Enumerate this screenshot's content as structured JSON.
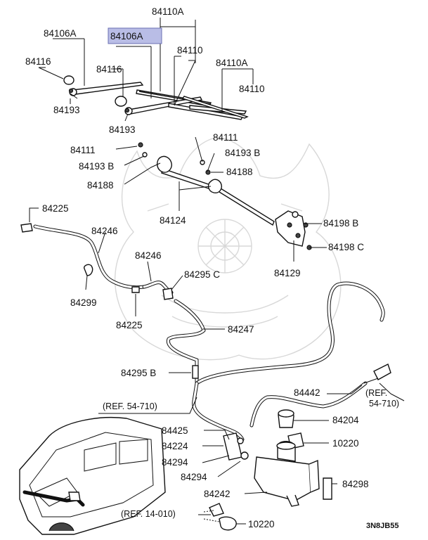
{
  "labels": {
    "l_84110A_top": "84110A",
    "l_84106A_left": "84106A",
    "l_84106A_hl": "84106A",
    "l_84110_a": "84110",
    "l_84116_left": "84116",
    "l_84116_mid": "84116",
    "l_84110A_right": "84110A",
    "l_84110_right": "84110",
    "l_84193_left": "84193",
    "l_84193_mid": "84193",
    "l_84111_left": "84111",
    "l_84111_right": "84111",
    "l_84193B_left": "84193 B",
    "l_84193B_right": "84193 B",
    "l_84188_left": "84188",
    "l_84188_right": "84188",
    "l_84225_top": "84225",
    "l_84124": "84124",
    "l_84246_a": "84246",
    "l_84198B": "84198 B",
    "l_84246_b": "84246",
    "l_84198C": "84198 C",
    "l_84295C": "84295 C",
    "l_84299": "84299",
    "l_84129": "84129",
    "l_84225_mid": "84225",
    "l_84247": "84247",
    "l_84295B": "84295 B",
    "l_84442": "84442",
    "l_ref_547_right": "(REF.  54-710)",
    "l_ref_547_left": "(REF. 54-710)",
    "l_84204": "84204",
    "l_84425": "84425",
    "l_84224": "84224",
    "l_10220_a": "10220",
    "l_84294_a": "84294",
    "l_84294_b": "84294",
    "l_84298": "84298",
    "l_84242": "84242",
    "l_ref_14010": "(REF.  14-010)",
    "l_10220_b": "10220",
    "l_code": "3N8JB55"
  },
  "colors": {
    "highlight": "#b9bde6",
    "highlight_border": "#6a6fb3",
    "ink": "#111111",
    "watermark": "#d8d8d8"
  }
}
